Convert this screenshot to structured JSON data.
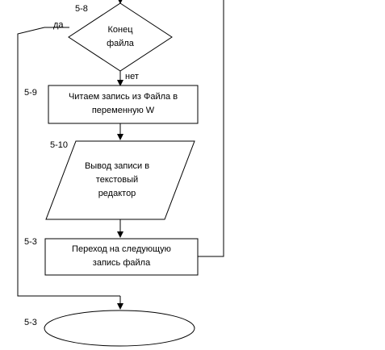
{
  "diagram": {
    "nodes": {
      "decision": {
        "step": "5-8",
        "text": "Конец\nфайла",
        "yes_label": "да",
        "no_label": "нет"
      },
      "read": {
        "step": "5-9",
        "text": "Читаем запись из Файла в\nпеременную W"
      },
      "output": {
        "step": "5-10",
        "text": "Вывод записи в\nтекстовый\nредактор"
      },
      "next": {
        "step": "5-3",
        "text": "Переход на следующую\nзапись файла"
      },
      "end": {
        "step": "5-3",
        "text": ""
      }
    },
    "colors": {
      "stroke": "#000000",
      "fill": "#ffffff",
      "text": "#000000"
    }
  }
}
